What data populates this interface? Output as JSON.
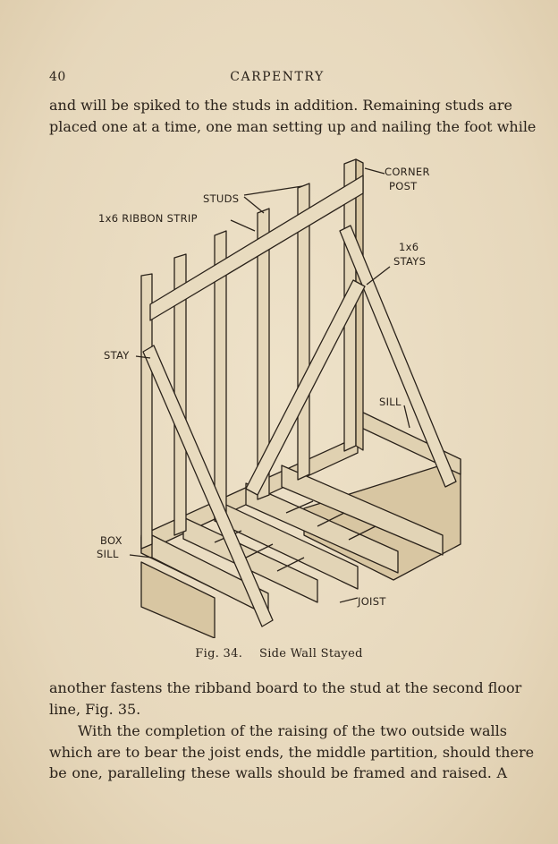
{
  "header": {
    "page_number": "40",
    "running_head": "CARPENTRY"
  },
  "para_top": [
    "and will be spiked to the studs in addition.  Remaining studs are",
    "placed one at a time, one man setting up and nailing the foot while"
  ],
  "figure": {
    "labels": {
      "corner_post_1": "CORNER",
      "corner_post_2": "POST",
      "studs": "STUDS",
      "ribbon_strip": "1x6 RIBBON  STRIP",
      "stays_1": "1x6",
      "stays_2": "STAYS",
      "stay": "STAY",
      "sill": "SILL",
      "box_sill_1": "BOX",
      "box_sill_2": "SILL",
      "joist": "JOIST"
    },
    "caption_num": "Fig. 34.",
    "caption_text": "Side Wall Stayed"
  },
  "para_bottom_1": [
    "another fastens the ribband board to the stud at the second floor",
    "line, Fig. 35."
  ],
  "para_bottom_2": [
    "With the completion of the raising of the two outside walls",
    "which are to bear the joist ends, the middle partition, should there",
    "be one, paralleling these walls should be framed and raised.  A"
  ]
}
